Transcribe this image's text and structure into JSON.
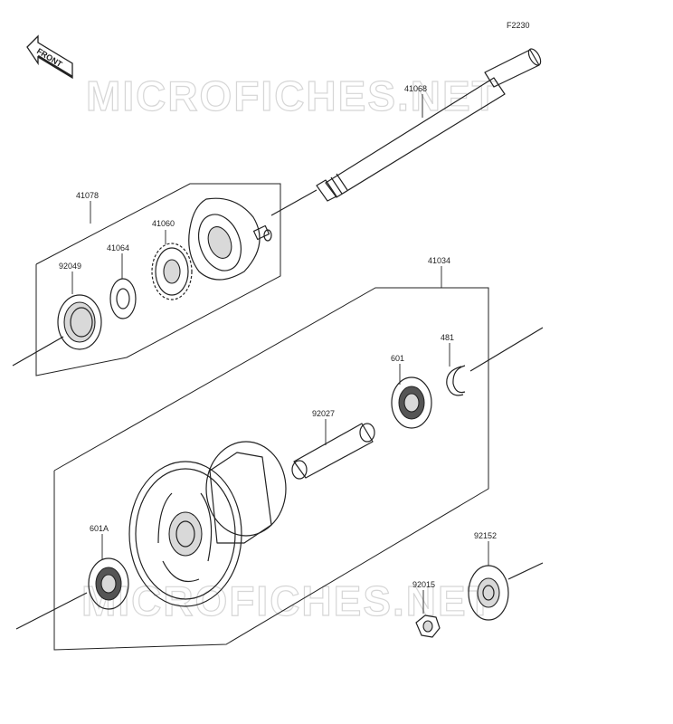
{
  "figure_code": "F2230",
  "front_label": "FRONT",
  "watermark": "MICROFICHES.NET",
  "colors": {
    "line": "#222222",
    "watermark": "#d6d6d6",
    "shade": "#d9d9d9"
  },
  "parts": {
    "axle": "41068",
    "assembly_outer": "41078",
    "gear": "41060",
    "washer_41064": "41064",
    "seal": "92049",
    "hub_assembly": "41034",
    "circlip": "481",
    "bearing_right": "601",
    "collar": "92027",
    "bearing_left": "601A",
    "spacer_collar": "92152",
    "nut": "92015"
  }
}
